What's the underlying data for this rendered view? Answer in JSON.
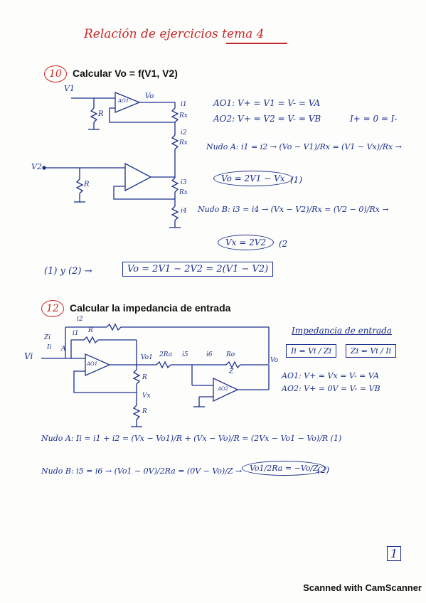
{
  "header": {
    "title": "Relación de ejercicios tema 4"
  },
  "exercise10": {
    "number": "10",
    "heading": "Calcular Vo = f(V1, V2)",
    "labels": {
      "v1": "V1",
      "v2": "V2",
      "vo": "Vo",
      "r": "R",
      "rx": "Rx",
      "ao1": "AO1",
      "i1": "i1",
      "i2": "i2",
      "i3": "i3",
      "i4": "i4"
    },
    "eq_ao1": "AO1: V+ = V1 = V- = VA",
    "eq_ao2": "AO2: V+ = V2 = V- = VB",
    "eq_currents": "I+ = 0 = I-",
    "eq_nodeA": "Nudo A: i1 = i2 → (Vo − V1)/Rx = (V1 − Vx)/Rx →",
    "result1": "Vo = 2V1 − Vx",
    "tag1": "(1)",
    "eq_nodeB": "Nudo B: i3 = i4 → (Vx − V2)/Rx = (V2 − 0)/Rx →",
    "result2": "Vx = 2V2",
    "tag2": "(2",
    "combine_prefix": "(1) y (2) →",
    "final": "Vo = 2V1 − 2V2 = 2(V1 − V2)"
  },
  "exercise12": {
    "number": "12",
    "heading": "Calcular la impedancia de entrada",
    "labels": {
      "zi": "Zi",
      "ii": "Ii",
      "i1": "i1",
      "i2": "i2",
      "a": "A",
      "vi": "Vi",
      "r": "R",
      "vo1": "Vo1",
      "vx": "Vx",
      "r2": "2Ra",
      "i5": "i5",
      "i6": "i6",
      "r_right": "Ro",
      "z": "Z",
      "vo": "Vo",
      "ao1": "AO1",
      "ao2": "AO2"
    },
    "impedance_title": "Impedancia de entrada",
    "impedance_eq": "Ii = Vi / Zi",
    "impedance_result": "Zi = Vi / Ii",
    "eq_ao1": "AO1: V+ = Vx = V- = VA",
    "eq_ao2": "AO2: V+ = 0V = V- = VB",
    "eq_nodeA": "Nudo A: Ii = i1 + i2 = (Vx − Vo1)/R + (Vx − Vo)/R = (2Vx − Vo1 − Vo)/R  (1)",
    "eq_nodeB": "Nudo B: i5 = i6 → (Vo1 − 0V)/2Ra = (0V − Vo)/Z →",
    "result": "Vo1/2Ra = −Vo/Z",
    "tag": "(2)"
  },
  "page_number": "1",
  "footer": "Scanned with CamScanner"
}
